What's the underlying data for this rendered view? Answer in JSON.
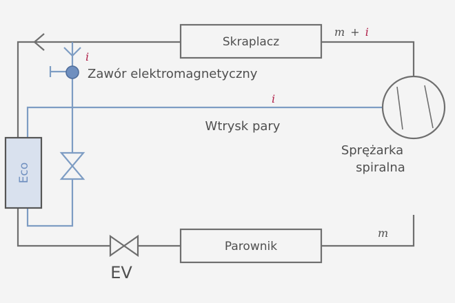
{
  "components": {
    "condenser": "Skraplacz",
    "evaporator": "Parownik",
    "economizer": "Eco",
    "expansion_valve": "EV",
    "solenoid_valve": "Zawór elektromagnetyczny",
    "vapor_injection": "Wtrysk pary",
    "compressor_line1": "Sprężarka",
    "compressor_line2": "spiralna"
  },
  "flow_labels": {
    "condenser_outlet_m": "m",
    "condenser_outlet_plus": "+",
    "condenser_outlet_i": "i",
    "evaporator_m": "m",
    "injection_i": "i",
    "branch_i": "i"
  },
  "colors": {
    "main_line": "#6e6e6e",
    "injection_line": "#7d9cc3",
    "economizer_fill": "#d9e1ee",
    "solenoid_fill": "#6f8fbf",
    "accent_i": "#b01f48",
    "text": "#4f4f4f"
  }
}
